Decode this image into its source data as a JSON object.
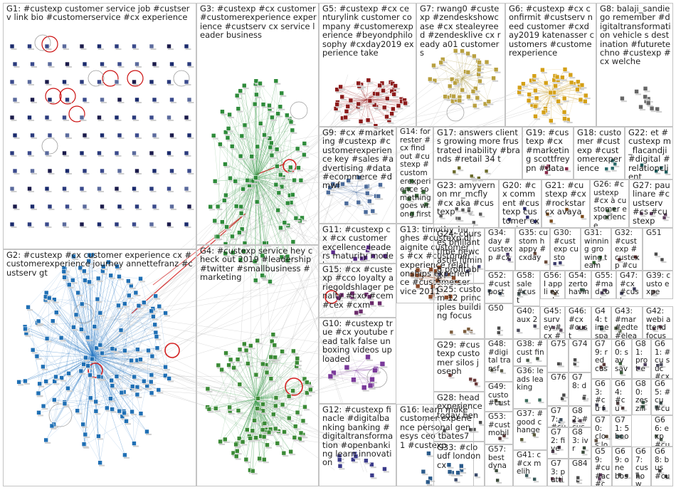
{
  "groups": [
    {
      "id": "G1",
      "label": "G1: #custexp customer service job #custserv link bio #customerservice #cx experience",
      "color": "#1a2a6c"
    },
    {
      "id": "G2",
      "label": "G2: #custexp #cx customer experience cx #customerexperience journey annettefranz #custserv gt",
      "color": "#1f6fb4"
    },
    {
      "id": "G3",
      "label": "G3: #custexp #cx customer #customerexperience experience #custserv cx service leader business",
      "color": "#2e8b3a"
    },
    {
      "id": "G4",
      "label": "G4: #custexp service hey check out 2019 #leadership #twitter #smallbusiness #marketing",
      "color": "#3a8a35"
    },
    {
      "id": "G5",
      "label": "G5: #custexp #cx centurylink customer company #customerexperience #beyondphilosophy #cxday2019 experience take",
      "color": "#8b1a1a"
    },
    {
      "id": "G6",
      "label": "G6: #custexp #cx confirmit #custserv need customer #cxday2019 katenasser customers #customerexperience",
      "color": "#d4a017"
    },
    {
      "id": "G7",
      "label": "G7: rwang0 #custexp #zendeskshowcase #cx stealeyreed #zendesklive cx ready a01 customers",
      "color": "#b8a040"
    },
    {
      "id": "G8",
      "label": "G8: balaji_sandiego remember #digitaltransformation vehicle s destination #futuretechno #custexp #cx welche",
      "color": "#666666"
    },
    {
      "id": "G9",
      "label": "G9: #cx #marketing #custexp #customerexperience key #sales #advertising #data #ecommerce #dmwf",
      "color": "#4a6a9a"
    },
    {
      "id": "G10",
      "label": "G10: #custexp true #cx youtube read talk false unboxing videos uploaded",
      "color": "#7a3a9a"
    },
    {
      "id": "G11",
      "label": "G11: #custexp cx #cx customer excellence leaders maturity model experience compass",
      "color": "#5a2a8a"
    },
    {
      "id": "G12",
      "label": "G12: #custexp finacle #digitalbanking banking #digitaltransformation #openbanking learn innovation",
      "color": "#3a3a8a"
    },
    {
      "id": "G13",
      "label": "G13: timothy_hughes #custexp dlaignite customers #cx #customerexperience relationships experience #customerservice 2011",
      "color": "#8a4a2a"
    },
    {
      "id": "G14",
      "label": "G14: forrester #cx find out #custexp #customerexperience something goes wrong first",
      "color": "#3a6a3a"
    },
    {
      "id": "G15",
      "label": "G15: #cx #custexp #cco loyalty ariegoldshlager penalty #cxo #cem #cex #cxm",
      "color": "#6a2a6a"
    },
    {
      "id": "G16",
      "label": "G16: learn make customer experience personal genesys ceo tbates71 #custexp",
      "color": "#2a5a8a"
    },
    {
      "id": "G17",
      "label": "G17: answers clients growing more frustrated inability #brands #retail 34 t",
      "color": "#6a6a2a"
    },
    {
      "id": "G18",
      "label": "G18: customer #custexp #customerexperience",
      "color": "#2a6a6a"
    },
    {
      "id": "G19",
      "label": "G19: #custexp #cx #marketing scottfreypn #data",
      "color": "#8a2a4a"
    },
    {
      "id": "G20",
      "label": "G20: #cx comment #custexp customer experience",
      "color": "#2a2a6a"
    },
    {
      "id": "G21",
      "label": "G21: #custexp #cx #rockstarcx avaya",
      "color": "#7a4a1a"
    },
    {
      "id": "G22",
      "label": "G22: et #custexp m_flacandji #digital #relationclient",
      "color": "#1a5a5a"
    },
    {
      "id": "G23",
      "label": "G23: amyvernon mr_mcfly #cx aka #custexp",
      "color": "#5a5a5a"
    },
    {
      "id": "G24",
      "label": "G24: courses brilliant time newcastle filming profitable",
      "color": "#4a4a7a"
    },
    {
      "id": "G25",
      "label": "G25: custom 12 principles building focus",
      "color": "#7a5a3a"
    },
    {
      "id": "G26",
      "label": "G26: #custexp #cx à customer experience",
      "color": "#3a5a3a"
    },
    {
      "id": "G27",
      "label": "G27: paulinare #custserv #cs #custexp",
      "color": "#5a3a5a"
    },
    {
      "id": "G28",
      "label": "G28: head experience today ben",
      "color": "#4a4a4a"
    },
    {
      "id": "G29",
      "label": "G29: #custexp customer silos joseph",
      "color": "#6a3a3a"
    },
    {
      "id": "G30",
      "label": "G30: #custexp custo",
      "color": "#3a3a6a"
    },
    {
      "id": "G31",
      "label": "G31: winning growing team",
      "color": "#2a5a2a"
    },
    {
      "id": "G32",
      "label": "G32: #custexp #custexp #custserv",
      "color": "#5a2a2a"
    },
    {
      "id": "G33",
      "label": "G33: #cloudf london cx",
      "color": "#3a4a6a"
    },
    {
      "id": "G34",
      "label": "G34: day #custexp #cx",
      "color": "#4a3a6a"
    },
    {
      "id": "G35",
      "label": "G35: custom happy #cxday",
      "color": "#6a4a3a"
    },
    {
      "id": "G36",
      "label": "G36: leads leaking",
      "color": "#3a6a5a"
    },
    {
      "id": "G37",
      "label": "G37: #good change",
      "color": "#5a5a3a"
    },
    {
      "id": "G38",
      "label": "G38: #cust find",
      "color": "#4a5a4a"
    },
    {
      "id": "G39",
      "label": "G39: custo expe",
      "color": "#5a4a4a"
    },
    {
      "id": "G40",
      "label": "G40: aux 2",
      "color": "#4a4a5a"
    },
    {
      "id": "G41",
      "label": "G41: c #cx melih",
      "color": "#3a5a5a"
    },
    {
      "id": "G42",
      "label": "G42: webi attend focus",
      "color": "#5a3a4a"
    },
    {
      "id": "G43",
      "label": "G43: #mar #edte #elea",
      "color": "#4a5a3a"
    },
    {
      "id": "G44",
      "label": "G44: time spare find",
      "color": "#3a4a4a"
    },
    {
      "id": "G45",
      "label": "G45: survey #cx #cust",
      "color": "#5a4a5a"
    },
    {
      "id": "G46",
      "label": "G46: #cx #cust",
      "color": "#4a3a4a"
    },
    {
      "id": "G47",
      "label": "G47: #cx #cust",
      "color": "#3a3a5a"
    },
    {
      "id": "G48",
      "label": "G48: #digital transf",
      "color": "#5a5a4a"
    },
    {
      "id": "G49",
      "label": "G49: custo #cust",
      "color": "#4a4a3a"
    },
    {
      "id": "G50",
      "label": "G50",
      "color": "#4a4a4a"
    },
    {
      "id": "G51",
      "label": "G51",
      "color": "#4a4a4a"
    },
    {
      "id": "G52",
      "label": "G52: #cust post",
      "color": "#3a4a5a"
    },
    {
      "id": "G53",
      "label": "G53: #cust mobil",
      "color": "#5a3a3a"
    },
    {
      "id": "G54",
      "label": "G54: zerto havin",
      "color": "#3a5a4a"
    },
    {
      "id": "G55",
      "label": "G55: #mad topic",
      "color": "#4a3a5a"
    },
    {
      "id": "G56",
      "label": "G56: I appli excel",
      "color": "#5a4a3a"
    },
    {
      "id": "G57",
      "label": "G57: best dyna",
      "color": "#3a4a3a"
    },
    {
      "id": "G58",
      "label": "G58: sale #cust",
      "color": "#4a5a5a"
    },
    {
      "id": "G59",
      "label": "G59: #cu #ac #c",
      "color": "#5a3a5a"
    },
    {
      "id": "G60",
      "label": "G60: sav sav",
      "color": "#3a5a3a"
    },
    {
      "id": "G61",
      "label": "G61: #cu suc #cx",
      "color": "#4a4a5a"
    },
    {
      "id": "G62",
      "label": "G62: #cus #bu",
      "color": "#5a4a4a"
    },
    {
      "id": "G63",
      "label": "G63: #cu fee",
      "color": "#3a3a4a"
    },
    {
      "id": "G64",
      "label": "G64: #cu",
      "color": "#4a3a3a"
    },
    {
      "id": "G65",
      "label": "G65: #cu #cu",
      "color": "#3a4a4a"
    },
    {
      "id": "G66",
      "label": "G66: exp #cu",
      "color": "#4a5a4a"
    },
    {
      "id": "G67",
      "label": "G67: cus now",
      "color": "#5a5a5a"
    },
    {
      "id": "G68",
      "label": "G68: bus #cu",
      "color": "#3a3a3a"
    },
    {
      "id": "G69",
      "label": "G69: one bos",
      "color": "#4a4a4a"
    },
    {
      "id": "G70",
      "label": "G70: clos loo",
      "color": "#5a4a3a"
    },
    {
      "id": "G71",
      "label": "G71: 5 boo",
      "color": "#3a5a5a"
    },
    {
      "id": "G72",
      "label": "G72: five",
      "color": "#4a3a4a"
    },
    {
      "id": "G73",
      "label": "G73: putti",
      "color": "#5a3a4a"
    },
    {
      "id": "G74",
      "label": "G74",
      "color": "#4a4a4a"
    },
    {
      "id": "G75",
      "label": "G75",
      "color": "#4a4a4a"
    },
    {
      "id": "G76",
      "label": "G76",
      "color": "#4a4a4a"
    },
    {
      "id": "G77",
      "label": "G77: #cust",
      "color": "#3a4a5a"
    },
    {
      "id": "G78",
      "label": "G78: d",
      "color": "#4a4a4a"
    },
    {
      "id": "G79",
      "label": "G79: red cus",
      "color": "#5a3a3a"
    },
    {
      "id": "G80",
      "label": "G80: zes zill",
      "color": "#3a5a4a"
    },
    {
      "id": "G81",
      "label": "G81: prot e",
      "color": "#4a3a5a"
    },
    {
      "id": "G82",
      "label": "G82: #cus",
      "color": "#5a4a5a"
    },
    {
      "id": "G83",
      "label": "G83: ivr",
      "color": "#3a4a3a"
    },
    {
      "id": "G84",
      "label": "G84",
      "color": "#4a4a4a"
    }
  ]
}
